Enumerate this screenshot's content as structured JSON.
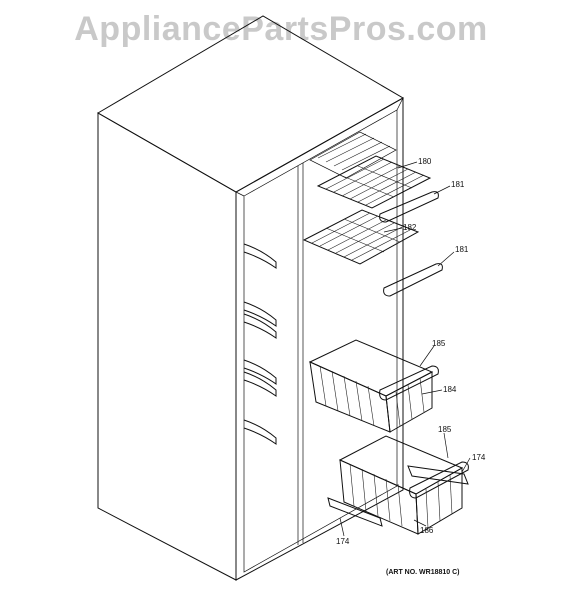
{
  "watermark": "AppliancePartsPros.com",
  "art_number": "(ART NO. WR18810 C)",
  "callouts": [
    "180",
    "181",
    "182",
    "181",
    "185",
    "184",
    "185",
    "174",
    "174",
    "186"
  ]
}
